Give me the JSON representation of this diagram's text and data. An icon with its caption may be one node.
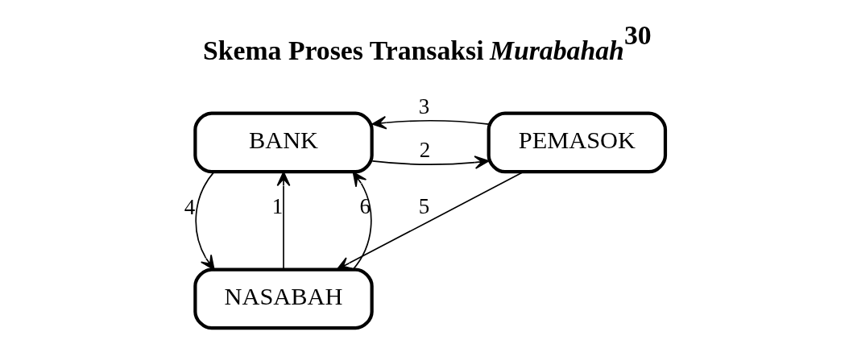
{
  "diagram": {
    "title": "Skema Proses Transaksi *Murabahah*$^{30}$",
    "nodes": [
      {
        "text": [
          "BANK"
        ]
      },
      {
        "text": [
          "PEMASOK"
        ]
      },
      {
        "text": [
          "NASABAH"
        ]
      }
    ],
    "edges": [
      {
        "from": 0,
        "to": 1,
        "arrow": "to",
        "label": "2"
      },
      {
        "from": 1,
        "to": 0,
        "arrow": "to",
        "label": "3"
      },
      {
        "from": 2,
        "to": 0,
        "arrow": "to",
        "label": "1"
      },
      {
        "from": 0,
        "to": 2,
        "arrow": "to",
        "label": "4"
      },
      {
        "from": 2,
        "to": 0,
        "arrow": "to",
        "label": "6"
      },
      {
        "from": 1,
        "to": 2,
        "arrow": "to",
        "label": "5"
      }
    ]
  }
}
